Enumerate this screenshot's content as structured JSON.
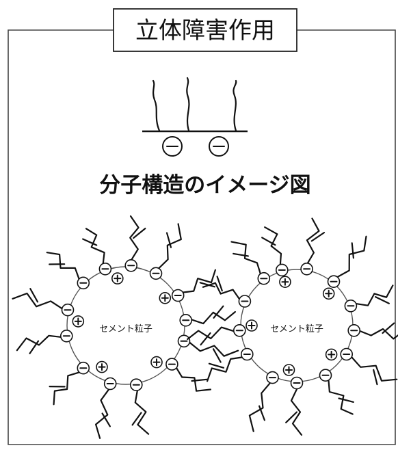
{
  "title": "立体障害作用",
  "heading": "分子構造のイメージ図",
  "particles": [
    {
      "label": "セメント粒子"
    },
    {
      "label": "セメント粒子"
    }
  ]
}
